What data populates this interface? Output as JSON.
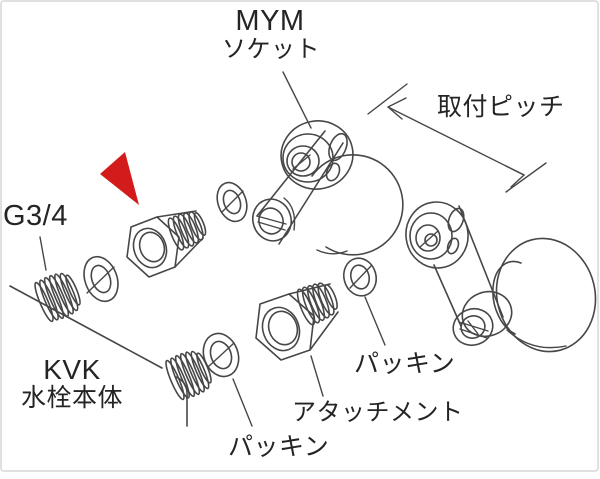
{
  "diagram": {
    "part_labels": {
      "socket_brand": "MYM",
      "socket": "ソケット",
      "mounting_pitch": "取付ピッチ",
      "thread_size": "G3/4",
      "body_brand": "KVK",
      "body": "水栓本体",
      "packing_bottom": "パッキン",
      "attachment": "アタッチメント",
      "packing_right": "パッキン"
    },
    "icons": {
      "pointer": "red-triangle-pointer"
    },
    "colors": {
      "line": "#474747",
      "text": "#242424",
      "marker": "#d31b1b",
      "frame": "#d6d6d6",
      "background": "#ffffff"
    }
  }
}
